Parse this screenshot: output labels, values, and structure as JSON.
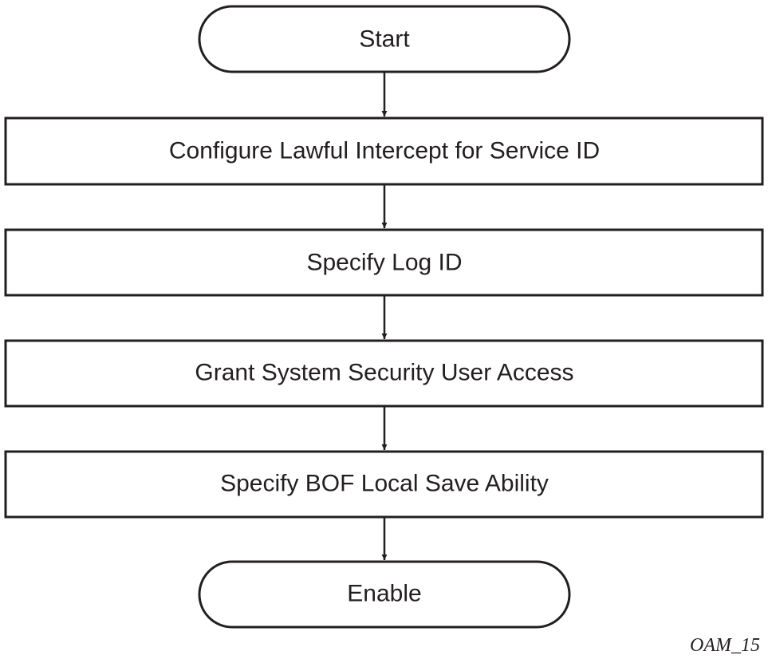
{
  "diagram": {
    "type": "flowchart",
    "direction": "top-to-bottom",
    "colors": {
      "stroke": "#231f20",
      "text": "#231f20",
      "background": "#ffffff"
    },
    "nodes": [
      {
        "id": "start",
        "shape": "terminal",
        "label": "Start"
      },
      {
        "id": "configure-li",
        "shape": "process",
        "label": "Configure Lawful Intercept for Service ID"
      },
      {
        "id": "log-id",
        "shape": "process",
        "label": "Specify Log ID"
      },
      {
        "id": "security-access",
        "shape": "process",
        "label": "Grant System Security User Access"
      },
      {
        "id": "bof-save",
        "shape": "process",
        "label": "Specify BOF Local Save Ability"
      },
      {
        "id": "enable",
        "shape": "terminal",
        "label": "Enable"
      }
    ],
    "edges": [
      {
        "from": "start",
        "to": "configure-li"
      },
      {
        "from": "configure-li",
        "to": "log-id"
      },
      {
        "from": "log-id",
        "to": "security-access"
      },
      {
        "from": "security-access",
        "to": "bof-save"
      },
      {
        "from": "bof-save",
        "to": "enable"
      }
    ],
    "figure_id": "OAM_15"
  }
}
